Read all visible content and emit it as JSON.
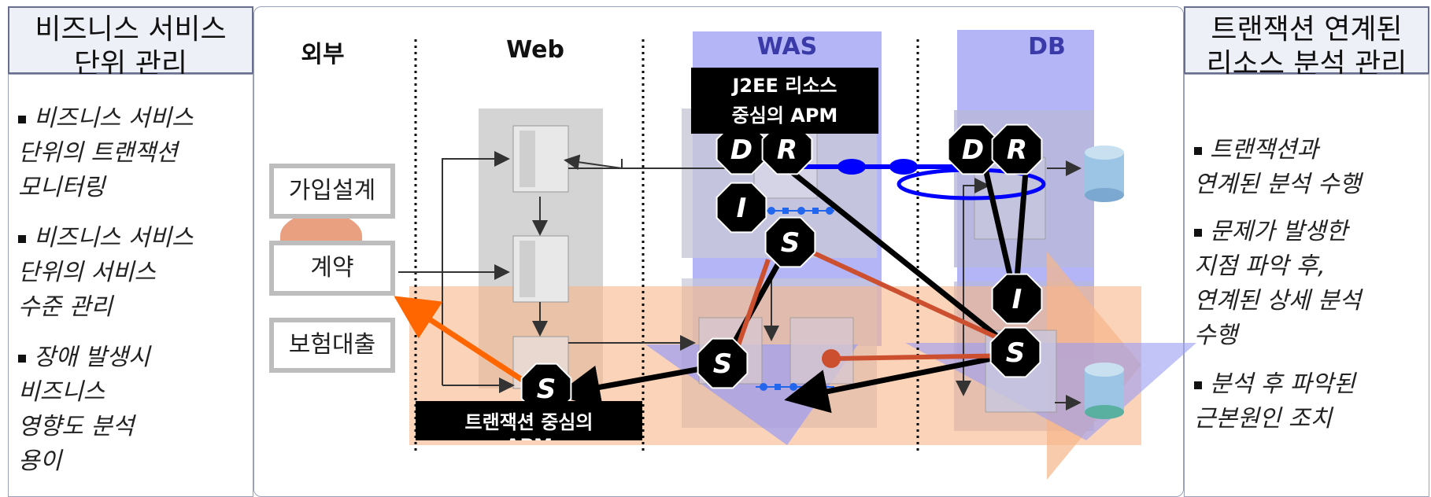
{
  "left": {
    "title_line1": "비즈니스 서비스",
    "title_line2": "단위 관리",
    "bullets": [
      [
        "비즈니스 서비스",
        "단위의 트랜잭션",
        "모니터링"
      ],
      [
        "비즈니스 서비스",
        "단위의 서비스",
        "수준 관리"
      ],
      [
        "장애 발생시",
        "비즈니스",
        "영향도 분석",
        "용이"
      ]
    ]
  },
  "right": {
    "title_line1": "트랜잭션 연계된",
    "title_line2": "리소스 분석 관리",
    "bullets": [
      [
        "트랜잭션과",
        "연계된 분석 수행"
      ],
      [
        "문제가 발생한",
        "지점 파악 후,",
        "연계된 상세 분석",
        "수행"
      ],
      [
        "분석 후 파악된",
        "근본원인 조치"
      ]
    ]
  },
  "columns": {
    "external": "외부",
    "web": "Web",
    "was": "WAS",
    "db": "DB"
  },
  "external_boxes": [
    "가입설계",
    "계약",
    "보험대출"
  ],
  "labels": {
    "j2ee_line1": "J2EE 리소스",
    "j2ee_line2": "중심의 APM",
    "tx_line1": "트랜잭션 중심의",
    "tx_line2": "APM"
  },
  "nodes": {
    "d": "D",
    "r": "R",
    "i": "I",
    "s": "S"
  },
  "colors": {
    "blue_zone": "#9a9cf4",
    "orange_band": "#f7b58a",
    "orange_arrow": "#ff6600",
    "black": "#000000",
    "blue_link": "#0000ff"
  }
}
